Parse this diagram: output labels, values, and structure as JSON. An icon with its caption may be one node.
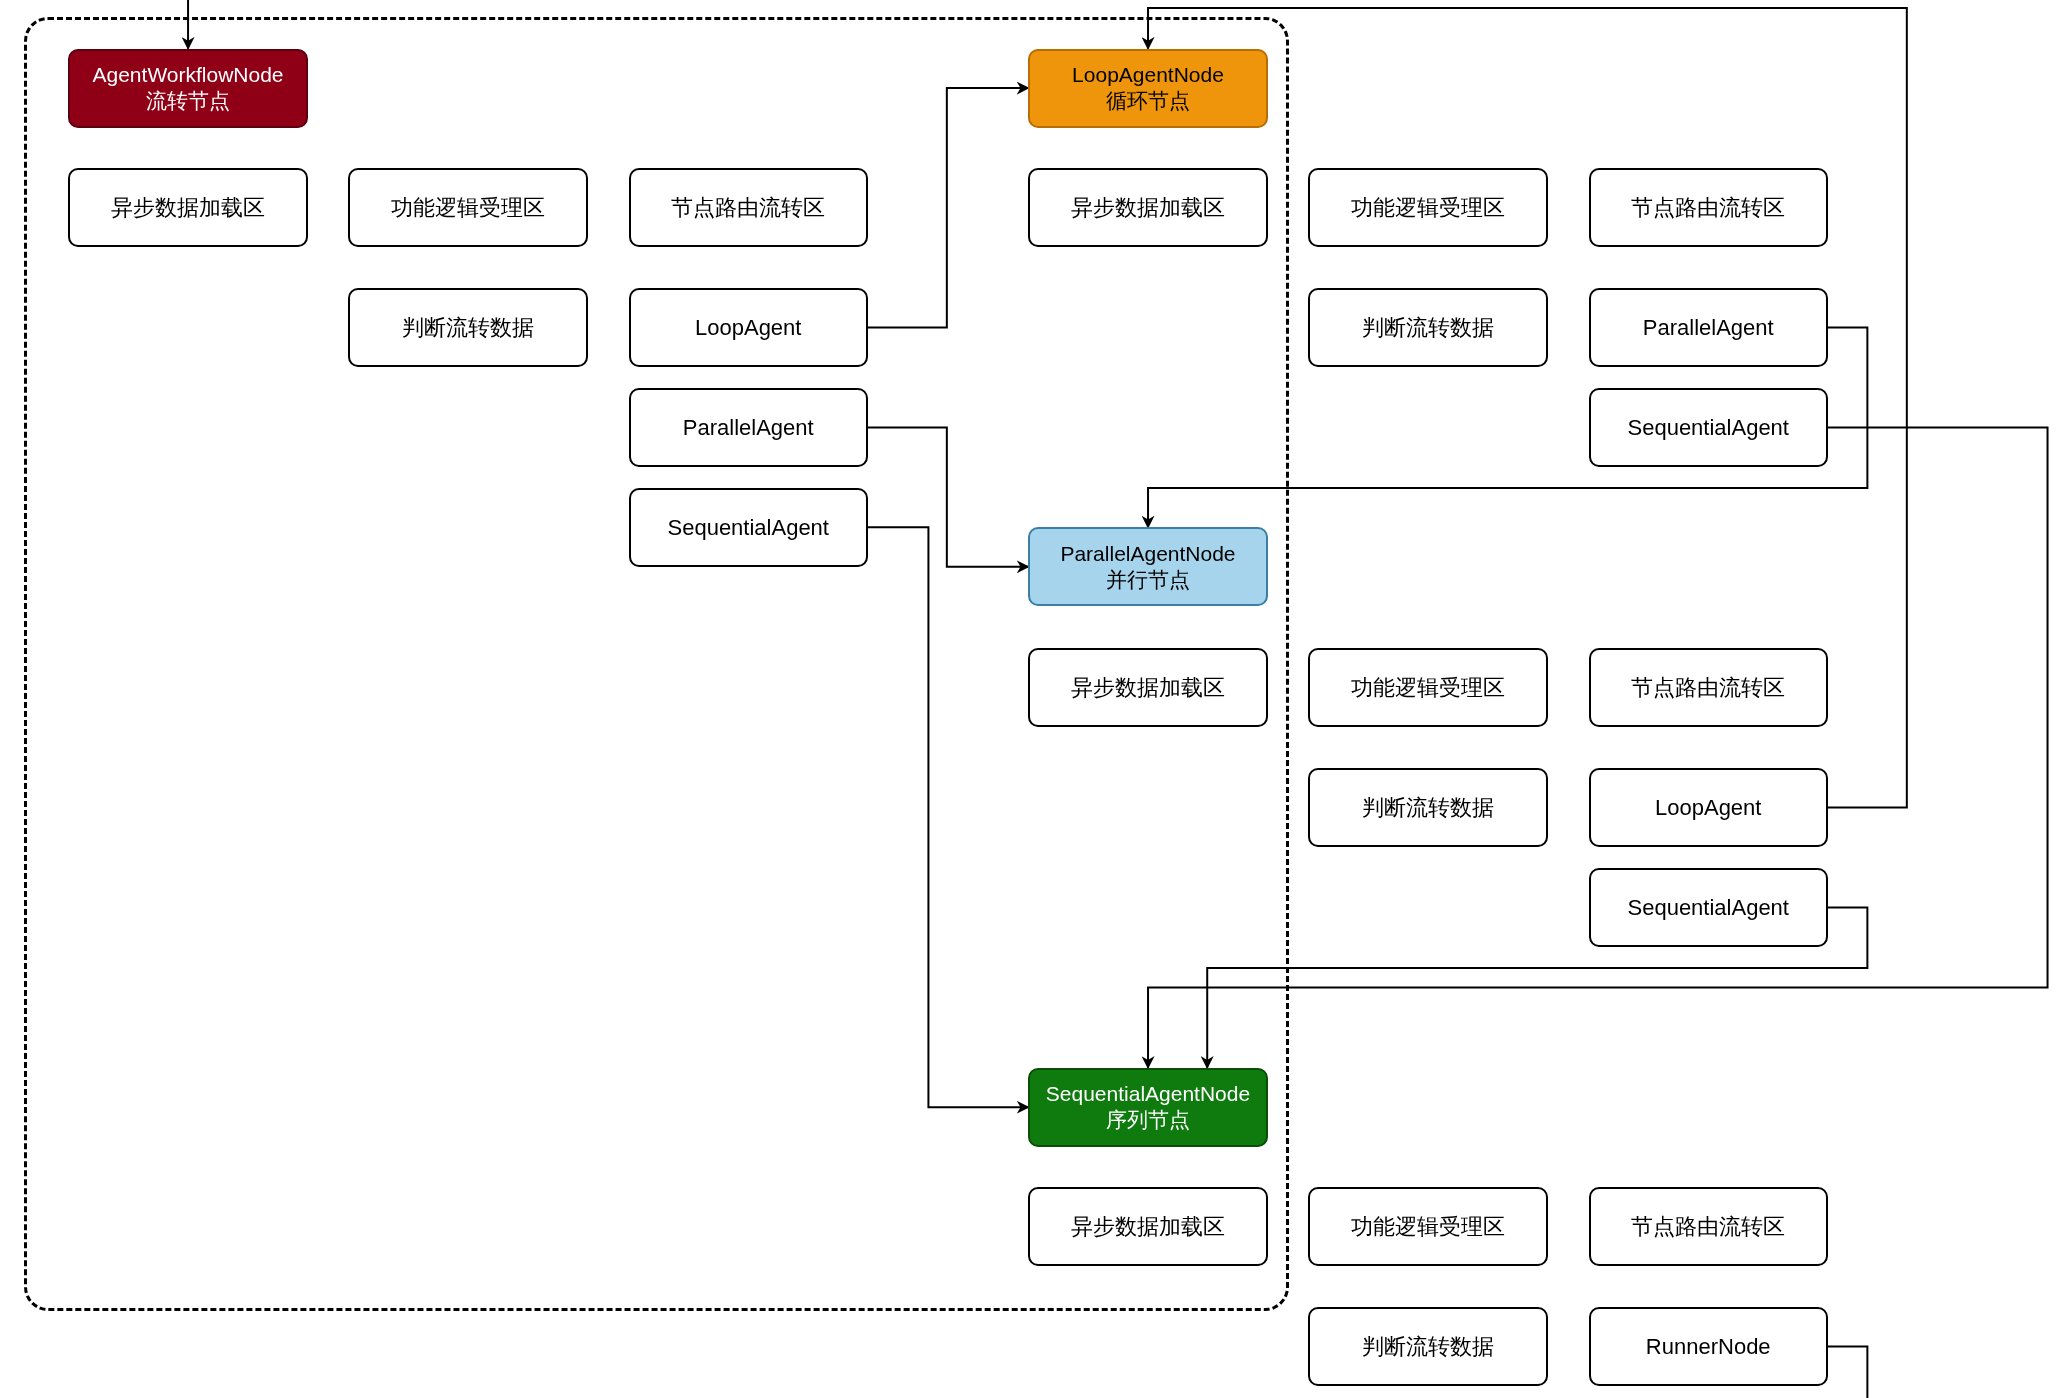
{
  "diagram": {
    "nodes": [
      {
        "text": [],
        "shape": "box"
      },
      {
        "text": [
          "AgentWorkflowNode",
          "流转节点"
        ],
        "in": 0
      },
      {
        "text": [
          "异步数据加载区"
        ],
        "in": 0
      },
      {
        "text": [
          "功能逻辑受理区"
        ],
        "in": 0
      },
      {
        "text": [
          "节点路由流转区"
        ],
        "in": 0
      },
      {
        "text": [
          "LoopAgentNode",
          "循环节点"
        ],
        "in": 0
      },
      {
        "text": [
          "异步数据加载区"
        ],
        "in": 0
      },
      {
        "text": [
          "功能逻辑受理区"
        ]
      },
      {
        "text": [
          "节点路由流转区"
        ]
      },
      {
        "text": [
          "判断流转数据"
        ],
        "in": 0
      },
      {
        "text": [
          "LoopAgent"
        ],
        "in": 0
      },
      {
        "text": [
          "判断流转数据"
        ]
      },
      {
        "text": [
          "ParallelAgent"
        ]
      },
      {
        "text": [
          "ParallelAgent"
        ],
        "in": 0
      },
      {
        "text": [
          "SequentialAgent"
        ]
      },
      {
        "text": [
          "SequentialAgent"
        ],
        "in": 0
      },
      {
        "text": [
          "ParallelAgentNode",
          "并行节点"
        ],
        "in": 0
      },
      {
        "text": [
          "异步数据加载区"
        ],
        "in": 0
      },
      {
        "text": [
          "功能逻辑受理区"
        ]
      },
      {
        "text": [
          "节点路由流转区"
        ]
      },
      {
        "text": [
          "判断流转数据"
        ]
      },
      {
        "text": [
          "LoopAgent"
        ]
      },
      {
        "text": [
          "SequentialAgent"
        ]
      },
      {
        "text": [
          "SequentialAgentNode",
          "序列节点"
        ],
        "in": 0
      },
      {
        "text": [
          "异步数据加载区"
        ],
        "in": 0
      },
      {
        "text": [
          "功能逻辑受理区"
        ]
      },
      {
        "text": [
          "节点路由流转区"
        ]
      },
      {
        "text": [
          "判断流转数据"
        ]
      },
      {
        "text": [
          "RunnerNode"
        ]
      }
    ],
    "edges": [
      {
        "from": null,
        "to": 1,
        "arrow": "to"
      },
      {
        "from": 10,
        "to": 5,
        "arrow": "to"
      },
      {
        "from": 13,
        "to": 16,
        "arrow": "to"
      },
      {
        "from": 15,
        "to": 23,
        "arrow": "to"
      },
      {
        "from": 21,
        "to": 5,
        "arrow": "to"
      },
      {
        "from": 12,
        "to": 16,
        "arrow": "to"
      },
      {
        "from": 14,
        "to": 23,
        "arrow": "to"
      },
      {
        "from": 22,
        "to": 23,
        "arrow": "to"
      },
      {
        "from": 28,
        "to": null,
        "arrow": "none"
      }
    ]
  }
}
